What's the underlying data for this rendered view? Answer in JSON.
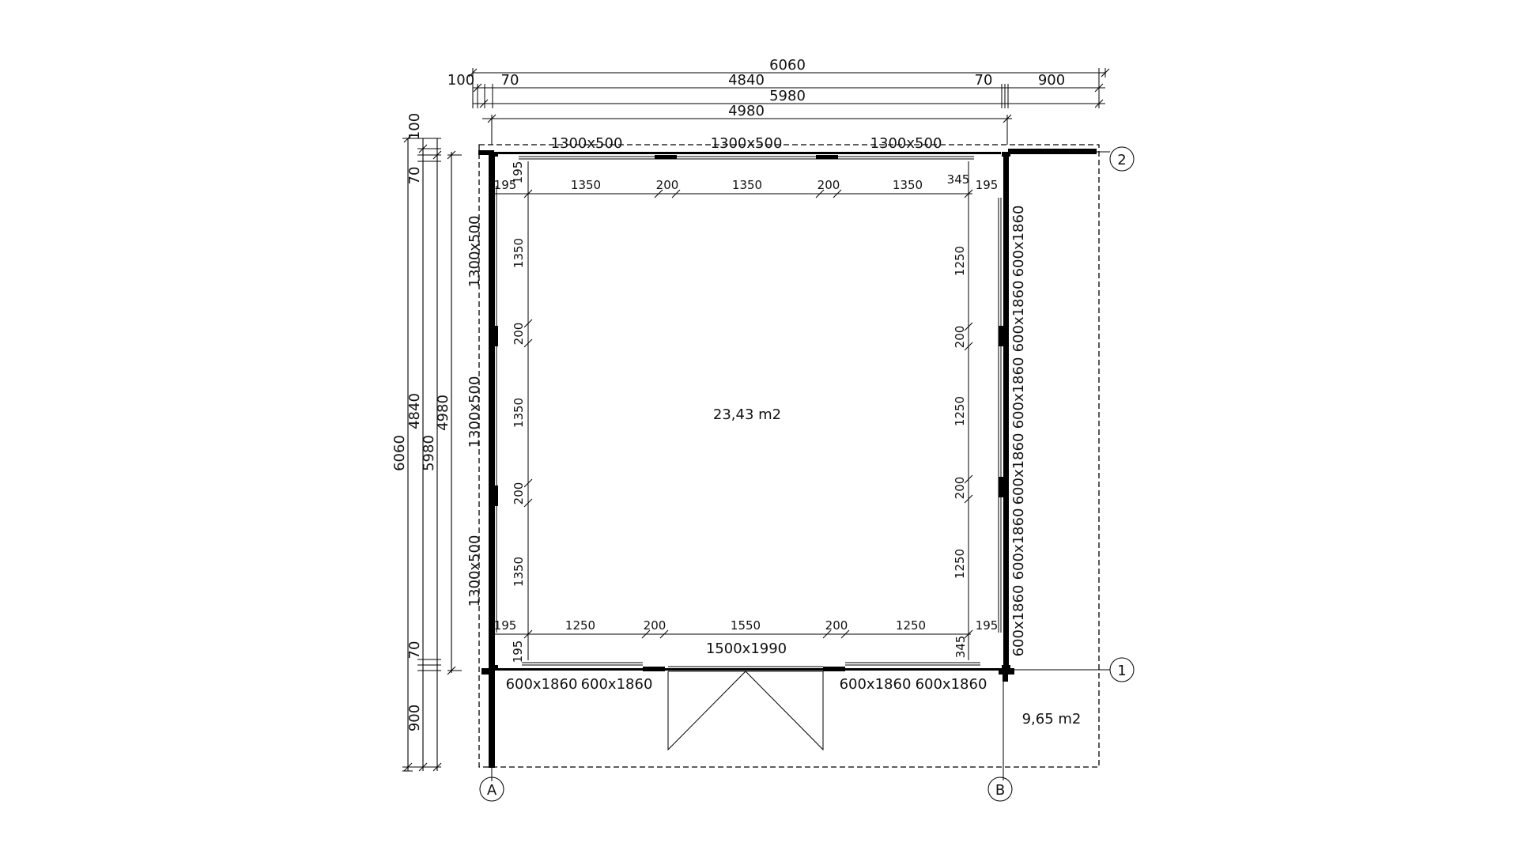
{
  "areas": {
    "interior": "23,43 m2",
    "terrace": "9,65 m2"
  },
  "axes": {
    "a": "A",
    "b": "B",
    "one": "1",
    "two": "2"
  },
  "top_dims": {
    "overall": "6060",
    "d100": "100",
    "d70_left": "70",
    "d4840": "4840",
    "d70_right": "70",
    "d900": "900",
    "d5980": "5980",
    "d4980": "4980"
  },
  "left_dims": {
    "overall": "6060",
    "d100": "100",
    "d70_top": "70",
    "d4840": "4840",
    "d70_bottom": "70",
    "d900": "900",
    "d5980": "5980",
    "d4980": "4980"
  },
  "windows": {
    "top": [
      "1300x500",
      "1300x500",
      "1300x500"
    ],
    "left": [
      "1300x500",
      "1300x500",
      "1300x500"
    ],
    "right": [
      "600x1860",
      "600x1860",
      "600x1860",
      "600x1860",
      "600x1860",
      "600x1860"
    ],
    "bottom": [
      "600x1860",
      "600x1860",
      "600x1860",
      "600x1860"
    ],
    "door": "1500x1990"
  },
  "inner_top": [
    "195",
    "195",
    "1350",
    "200",
    "1350",
    "200",
    "1350",
    "345",
    "195"
  ],
  "inner_bottom": [
    "195",
    "195",
    "1250",
    "200",
    "1550",
    "200",
    "1250",
    "345",
    "195"
  ],
  "inner_left": [
    "1350",
    "200",
    "1350",
    "200",
    "1350"
  ],
  "inner_right": [
    "1250",
    "200",
    "1250",
    "200",
    "1250"
  ]
}
